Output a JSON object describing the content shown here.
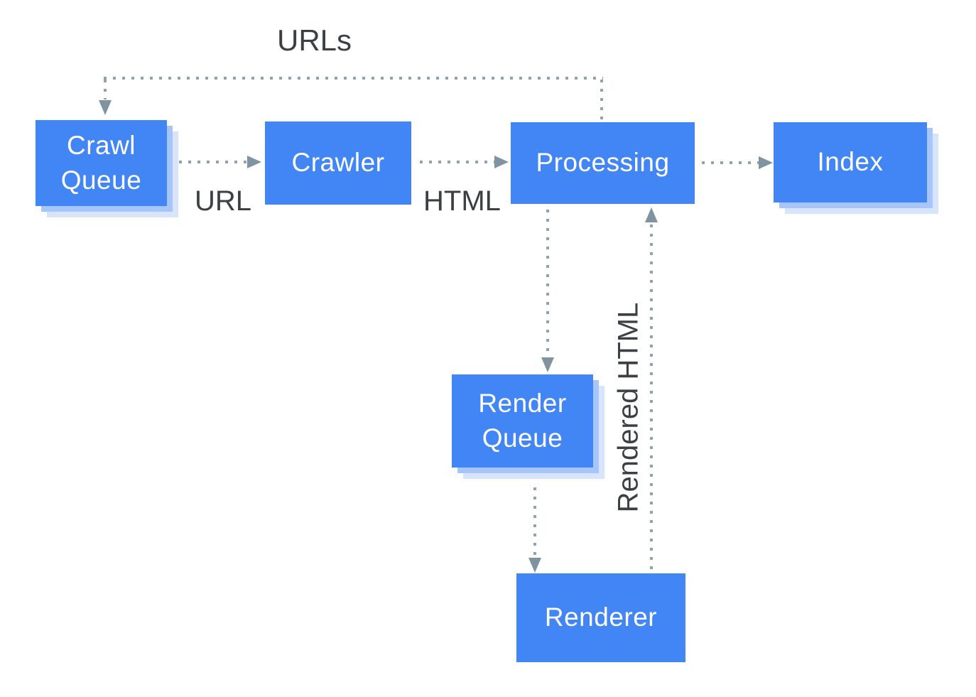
{
  "diagram": {
    "description": "Googlebot crawl-render-index pipeline flow diagram",
    "nodes": [
      {
        "id": "crawl-queue",
        "label": "Crawl Queue"
      },
      {
        "id": "crawler",
        "label": "Crawler"
      },
      {
        "id": "processing",
        "label": "Processing"
      },
      {
        "id": "index",
        "label": "Index"
      },
      {
        "id": "render-queue",
        "label": "Render Queue"
      },
      {
        "id": "renderer",
        "label": "Renderer"
      }
    ],
    "edge_labels": [
      {
        "id": "urls",
        "text": "URLs"
      },
      {
        "id": "url",
        "text": "URL"
      },
      {
        "id": "html",
        "text": "HTML"
      },
      {
        "id": "rendered-html",
        "text": "Rendered HTML"
      }
    ],
    "edges": [
      {
        "from": "crawl-queue",
        "to": "crawler",
        "label": "URL",
        "style": "dotted"
      },
      {
        "from": "crawler",
        "to": "processing",
        "label": "HTML",
        "style": "dotted"
      },
      {
        "from": "processing",
        "to": "index",
        "label": "",
        "style": "dotted"
      },
      {
        "from": "processing",
        "to": "crawl-queue",
        "label": "URLs",
        "style": "dotted"
      },
      {
        "from": "processing",
        "to": "render-queue",
        "label": "",
        "style": "dotted"
      },
      {
        "from": "render-queue",
        "to": "renderer",
        "label": "",
        "style": "dotted"
      },
      {
        "from": "renderer",
        "to": "processing",
        "label": "Rendered HTML",
        "style": "dotted"
      }
    ],
    "colors": {
      "node_fill": "#4285F4",
      "node_text": "#ffffff",
      "node_shadow_inner": "#a6c5fa",
      "node_shadow_outer": "#d7e4fc",
      "edge_label_text": "#3c4043",
      "connector_dots": "#8fa3ae",
      "arrowhead": "#7f93a1",
      "background": "#ffffff"
    }
  }
}
